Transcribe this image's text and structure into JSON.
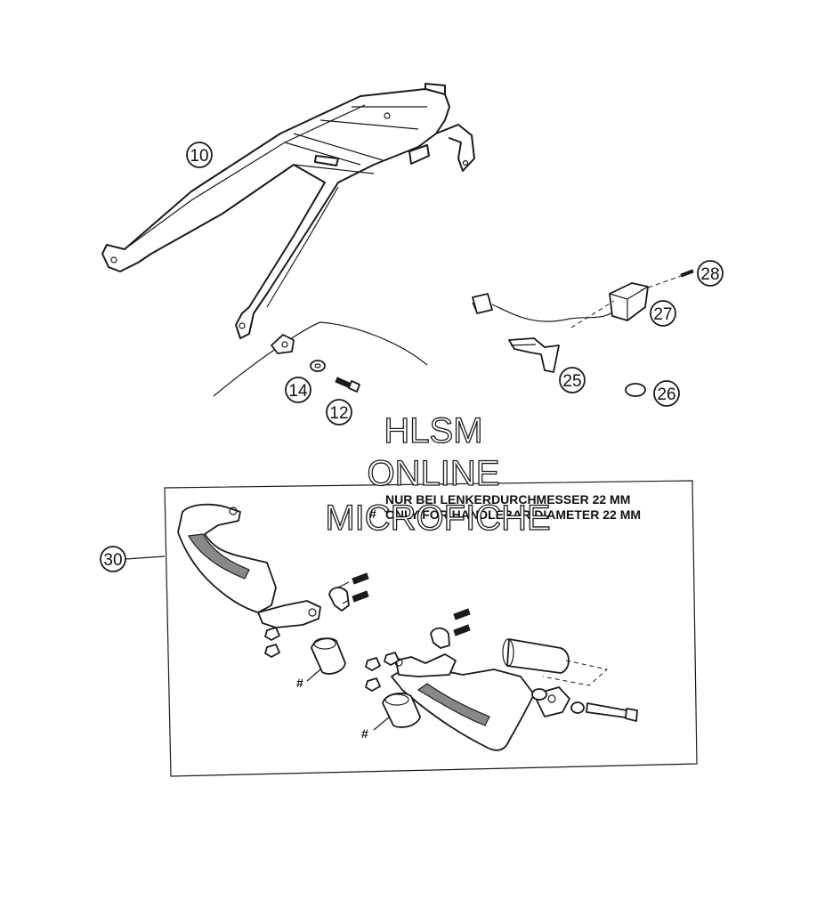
{
  "callouts": [
    {
      "id": "c10",
      "label": "10"
    },
    {
      "id": "c28",
      "label": "28"
    },
    {
      "id": "c27",
      "label": "27"
    },
    {
      "id": "c25",
      "label": "25"
    },
    {
      "id": "c26",
      "label": "26"
    },
    {
      "id": "c14",
      "label": "14"
    },
    {
      "id": "c12",
      "label": "12"
    },
    {
      "id": "c30",
      "label": "30"
    }
  ],
  "note": {
    "symbol": "#",
    "line1": "NUR BEI LENKERDURCHMESSER 22 MM",
    "line2": "ONLY FOR HANDLEBAR DIAMETER 22 MM"
  },
  "markers": [
    "#",
    "#"
  ],
  "watermark": {
    "line1": "HLSM",
    "line2": "ONLINE",
    "line3": "MICROFICHE"
  }
}
